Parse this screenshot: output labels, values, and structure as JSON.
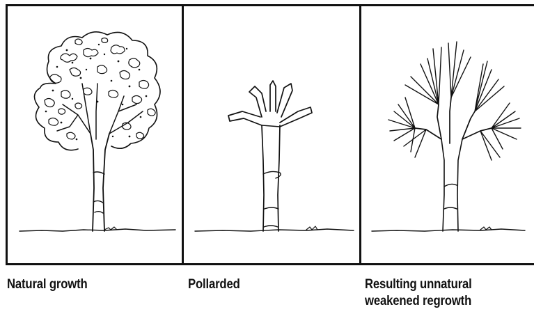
{
  "panels": [
    {
      "caption": "Natural growth"
    },
    {
      "caption": "Pollarded"
    },
    {
      "caption_lines": [
        "Resulting unnatural",
        "weakened regrowth"
      ]
    }
  ]
}
